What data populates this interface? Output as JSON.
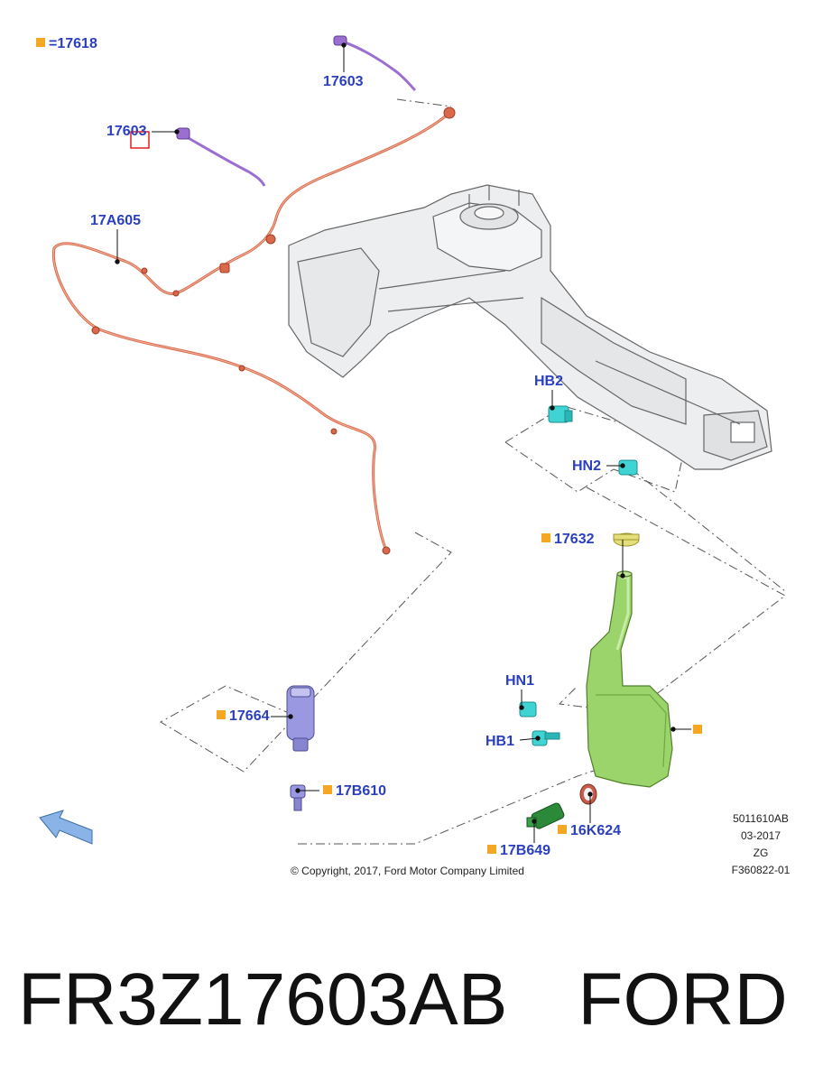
{
  "legend": {
    "marker_color": "#f5a623",
    "text": "=17618"
  },
  "callouts": {
    "c17603_top": "17603",
    "c17603_left": "17603",
    "c17A605": "17A605",
    "cHB2": "HB2",
    "cHN2": "HN2",
    "c17632": "17632",
    "cHN1": "HN1",
    "cHB1": "HB1",
    "c17664": "17664",
    "c17B610": "17B610",
    "c16K624": "16K624",
    "c17B649": "17B649"
  },
  "info": {
    "code": "5011610AB",
    "date": "03-2017",
    "zone": "ZG",
    "figure": "F360822-01"
  },
  "copyright": "© Copyright, 2017, Ford Motor Company Limited",
  "part_number": "FR3Z17603AB",
  "brand": "FORD",
  "colors": {
    "callout_text": "#2a3fbf",
    "hose": "#d9694a",
    "nozzle": "#9b6fd1",
    "reservoir": "#9bd46a",
    "pump": "#9a98e0",
    "clips": "#3fd3d3",
    "sensor": "#2a8a3a",
    "cap": "#e4df7a",
    "grommet": "#c95b4a",
    "direction_arrow": "#8ab4e8"
  }
}
